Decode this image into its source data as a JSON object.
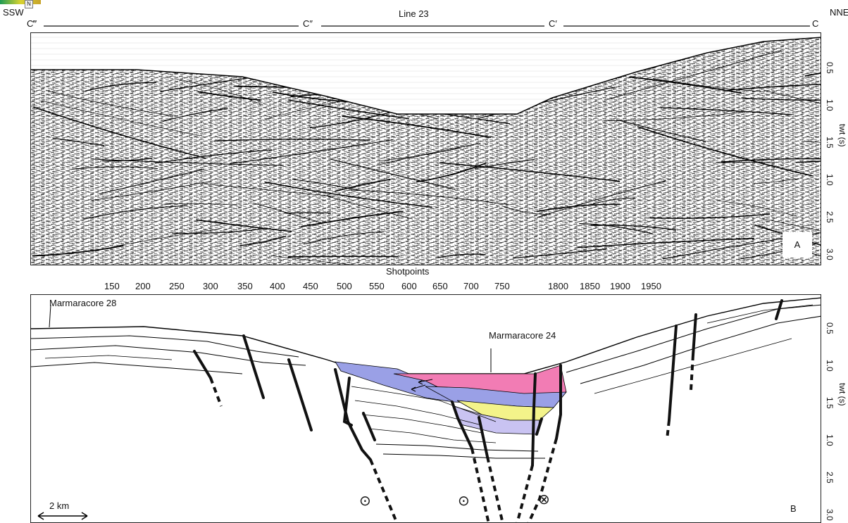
{
  "header": {
    "left_dir": "SSW",
    "right_dir": "NNE",
    "line_name": "Line 23",
    "points": [
      "C‴",
      "C″",
      "C′",
      "C"
    ],
    "north_mark": "N"
  },
  "panel_a": {
    "letter": "A"
  },
  "panel_b": {
    "letter": "B",
    "well_left": "Marmaracore 28",
    "well_center": "Marmaracore 24",
    "scale_bar": "2 km",
    "strike_slip_symbols": [
      "⊙",
      "⊙",
      "⊗"
    ]
  },
  "shotpoints": {
    "label": "Shotpoints",
    "ticks": [
      "150",
      "200",
      "250",
      "300",
      "350",
      "400",
      "450",
      "500",
      "550",
      "600",
      "650",
      "700",
      "750",
      "1800",
      "1850",
      "1900",
      "1950"
    ]
  },
  "twt_axis": {
    "label": "twt (s)",
    "ticks": [
      "0.5",
      "1.0",
      "1.5",
      "1.0",
      "2.5",
      "3.0"
    ]
  },
  "colors": {
    "unit_purple": "#9aa0e6",
    "unit_pink": "#f27cb4",
    "unit_yellow": "#f3f38a",
    "unit_lilac": "#c9c3f2",
    "fault": "#111111"
  }
}
